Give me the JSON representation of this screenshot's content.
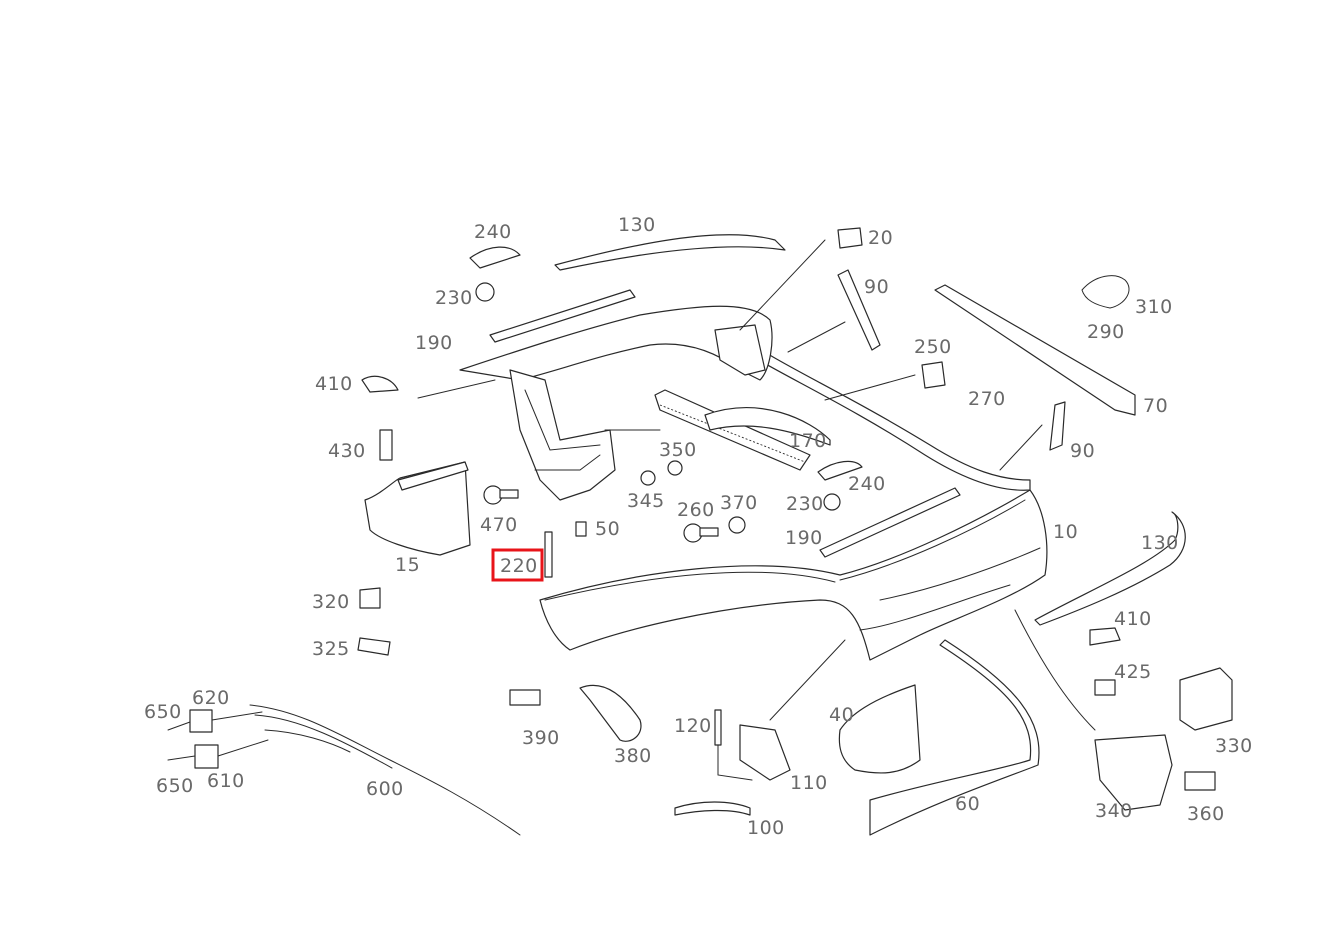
{
  "highlight": {
    "part": "220",
    "color": "#e8141a"
  },
  "labels": {
    "p240a": "240",
    "p130a": "130",
    "p20": "20",
    "p230a": "230",
    "p90a": "90",
    "p190a": "190",
    "p250": "250",
    "p310": "310",
    "p290": "290",
    "p410a": "410",
    "p270": "270",
    "p70": "70",
    "p430": "430",
    "p170": "170",
    "p350": "350",
    "p90b": "90",
    "p345": "345",
    "p240b": "240",
    "p260": "260",
    "p370": "370",
    "p230b": "230",
    "p470": "470",
    "p50": "50",
    "p10": "10",
    "p190b": "190",
    "p130b": "130",
    "p15": "15",
    "p220": "220",
    "p320": "320",
    "p410b": "410",
    "p325": "325",
    "p425": "425",
    "p650a": "650",
    "p620": "620",
    "p390": "390",
    "p380": "380",
    "p120": "120",
    "p40": "40",
    "p330": "330",
    "p650b": "650",
    "p610": "610",
    "p600": "600",
    "p110": "110",
    "p60": "60",
    "p340": "340",
    "p360": "360",
    "p100": "100"
  }
}
